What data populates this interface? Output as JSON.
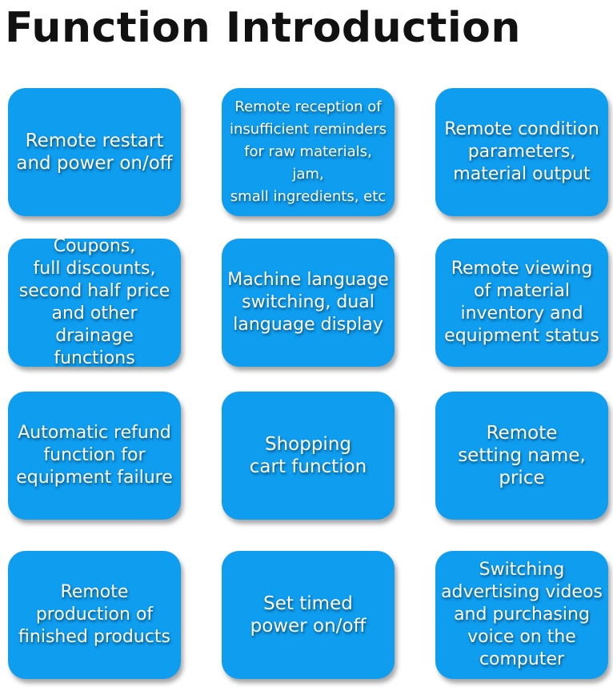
{
  "title": "Function Introduction",
  "tiles": [
    {
      "label": "Remote restart\nand power on/off"
    },
    {
      "label": "Remote reception of\ninsufficient reminders\nfor raw materials, jam,\nsmall ingredients, etc"
    },
    {
      "label": "Remote condition\nparameters,\nmaterial output"
    },
    {
      "label": "Coupons,\nfull discounts,\nsecond half price\nand other drainage\nfunctions"
    },
    {
      "label": "Machine language\nswitching, dual\nlanguage display"
    },
    {
      "label": "Remote viewing\nof material\ninventory and\nequipment status"
    },
    {
      "label": "Automatic refund\nfunction for\nequipment failure"
    },
    {
      "label": "Shopping\ncart function"
    },
    {
      "label": "Remote\nsetting name,\nprice"
    },
    {
      "label": "Remote\nproduction of\nfinished products"
    },
    {
      "label": "Set timed\npower on/off"
    },
    {
      "label": "Switching\nadvertising videos\nand purchasing\nvoice on the\ncomputer"
    }
  ]
}
